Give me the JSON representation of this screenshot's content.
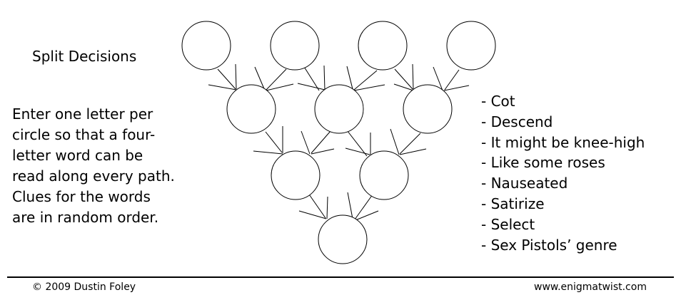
{
  "title": "Split Decisions",
  "instructions": [
    "Enter one letter per",
    "circle so that a four-",
    "letter word can be",
    "read along every path.",
    "Clues for the words",
    "are in random order."
  ],
  "clues": [
    "- Cot",
    "- Descend",
    "- It might be knee-high",
    "- Like some roses",
    "- Nauseated",
    "- Satirize",
    "- Select",
    "- Sex Pistols’ genre"
  ],
  "footer": {
    "copyright": "© 2009 Dustin Foley",
    "website": "www.enigmatwist.com"
  }
}
